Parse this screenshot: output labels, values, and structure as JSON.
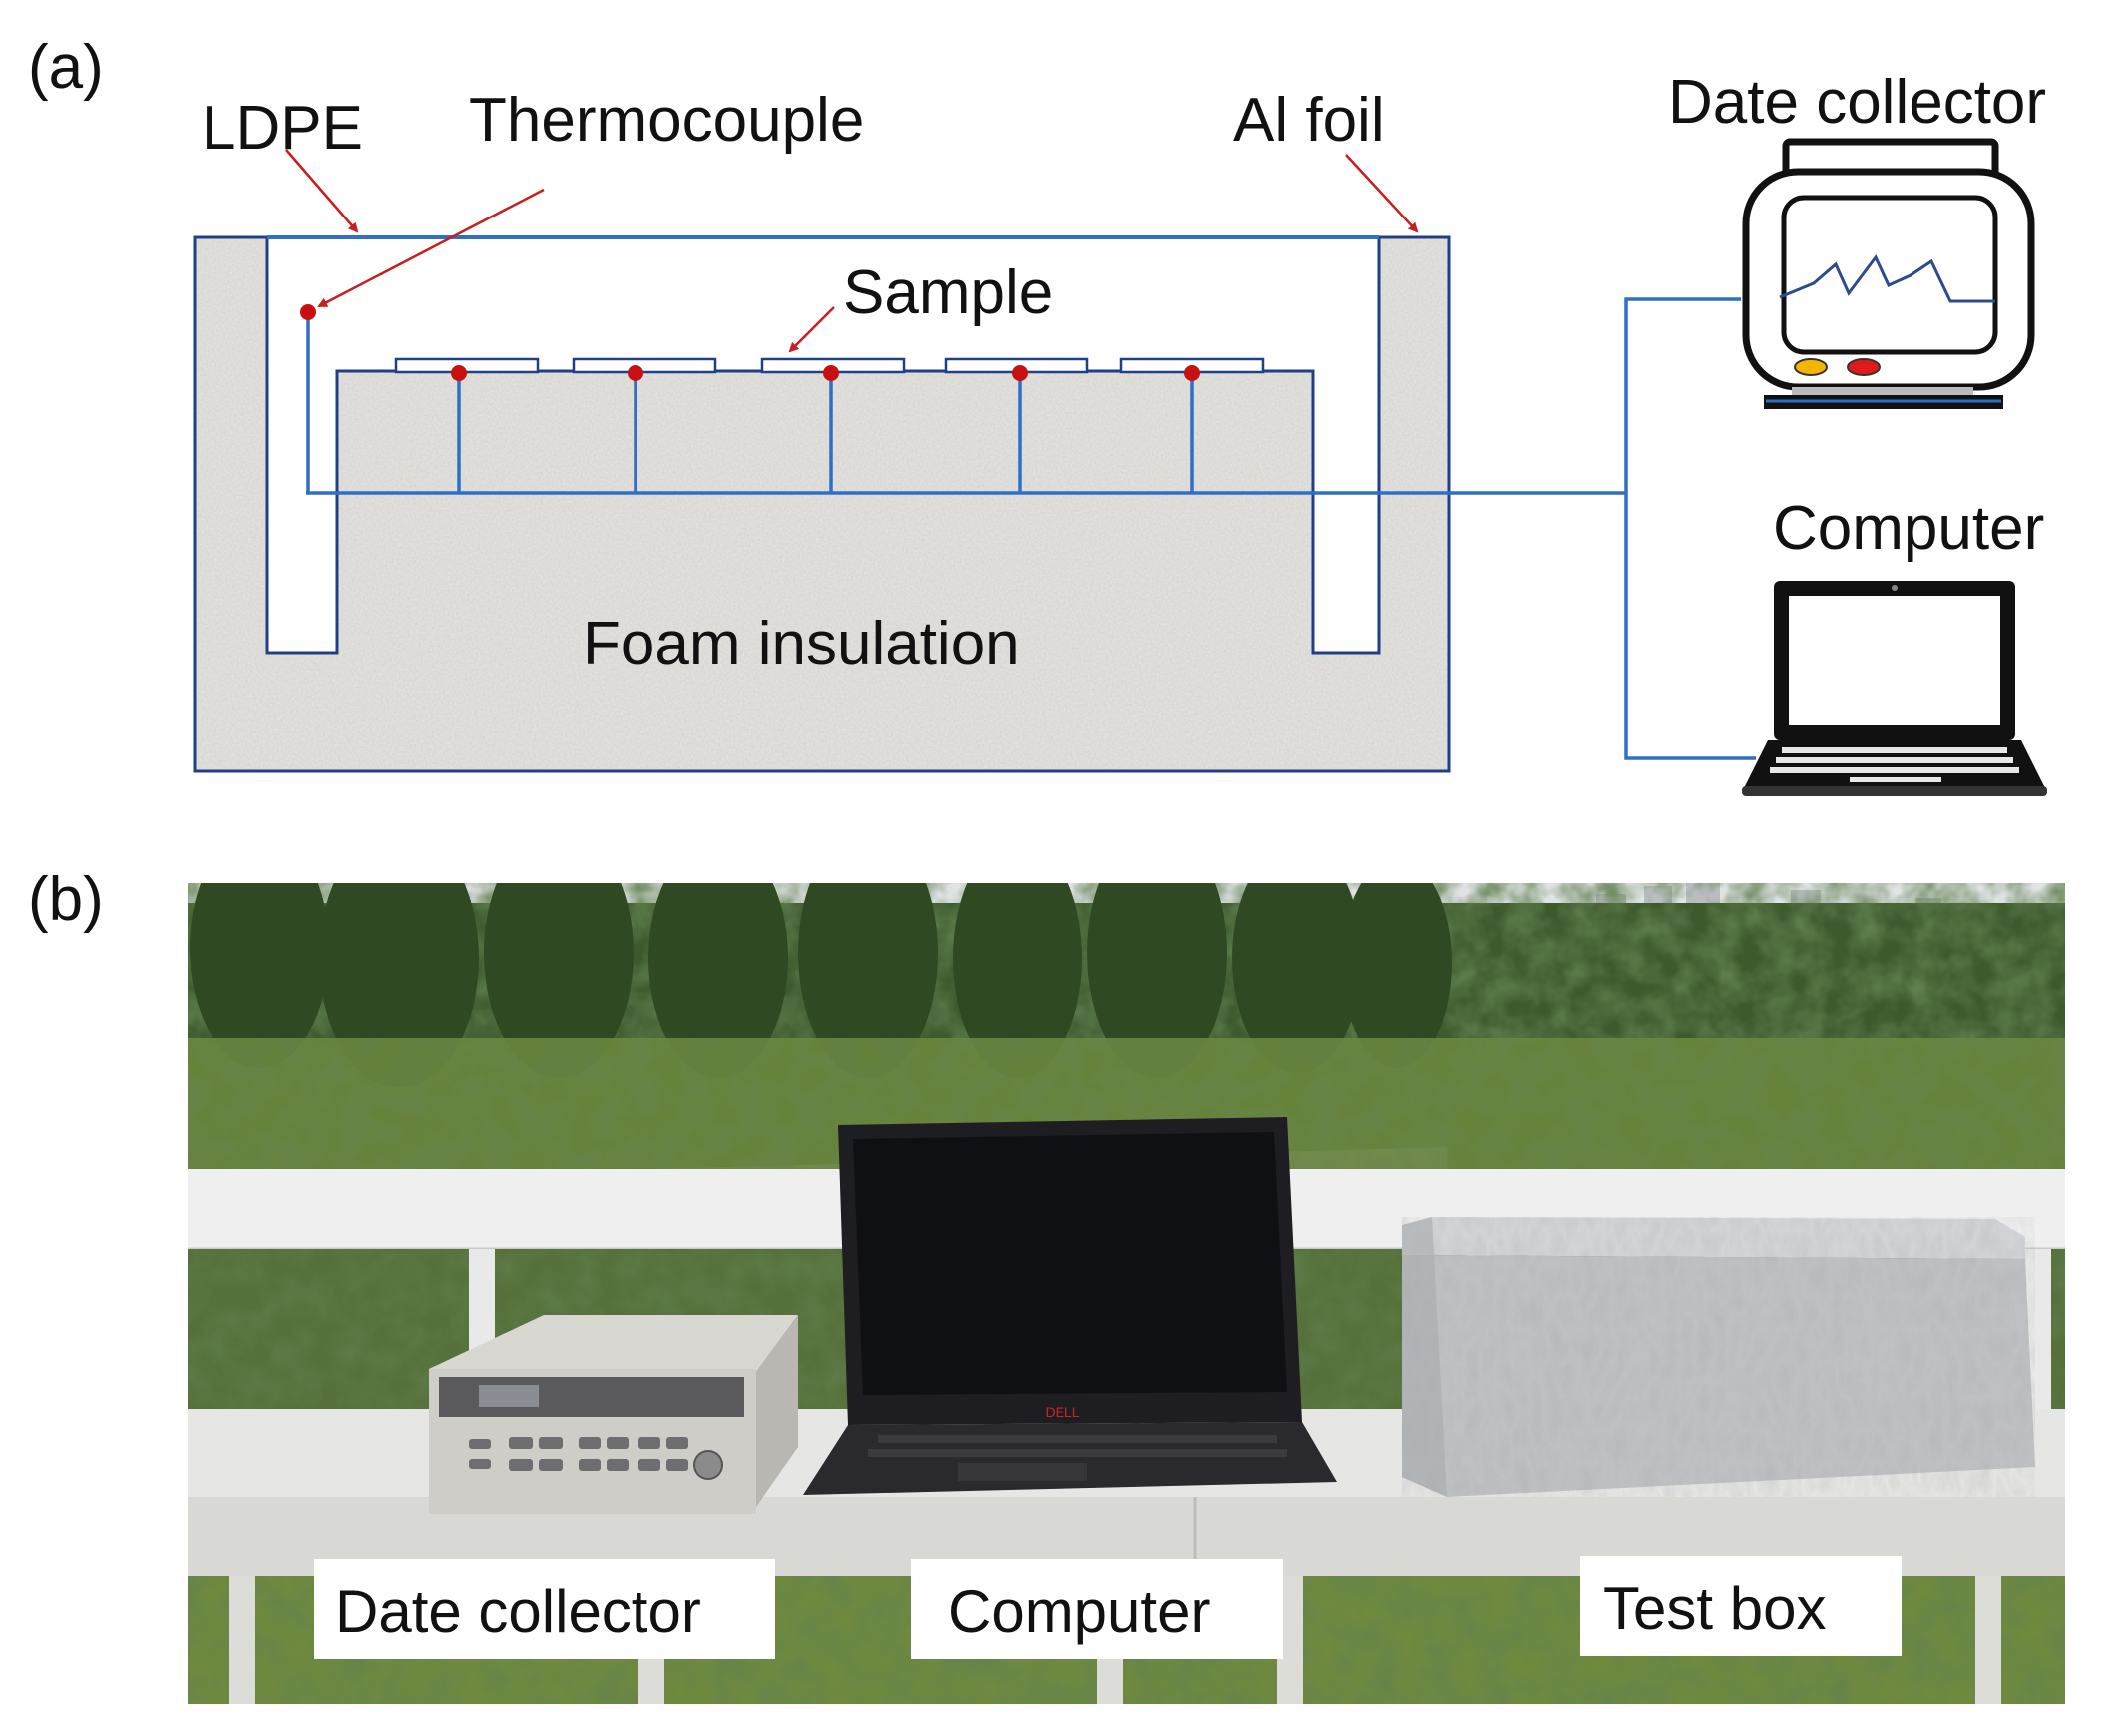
{
  "panel_a": {
    "label": "(a)",
    "labels": {
      "ldpe": "LDPE",
      "thermocouple": "Thermocouple",
      "al_foil": "Al foil",
      "sample": "Sample",
      "foam": "Foam insulation",
      "date_collector": "Date collector",
      "computer": "Computer"
    },
    "sample_count": 5,
    "colors": {
      "wire": "#2f6fc6",
      "outline": "#1f3f86",
      "arrow": "#c81e1e",
      "dot": "#c81010",
      "foam": "#e7e5e1",
      "led_yellow": "#f2b705",
      "led_red": "#e01b1b",
      "screen_line": "#2c4b8e"
    }
  },
  "panel_b": {
    "label": "(b)",
    "labels": {
      "date_collector": "Date collector",
      "computer": "Computer",
      "test_box": "Test box"
    },
    "laptop_brand": "DELL",
    "colors": {
      "sky": "#dfe3e4",
      "trees": "#3d5a2c",
      "grass": "#6f8a3e",
      "railing": "#efefef",
      "table": "#e6e6e4",
      "foil": "#bfc1c4",
      "device": "#cfcdc8",
      "laptop": "#1e1e22"
    }
  }
}
